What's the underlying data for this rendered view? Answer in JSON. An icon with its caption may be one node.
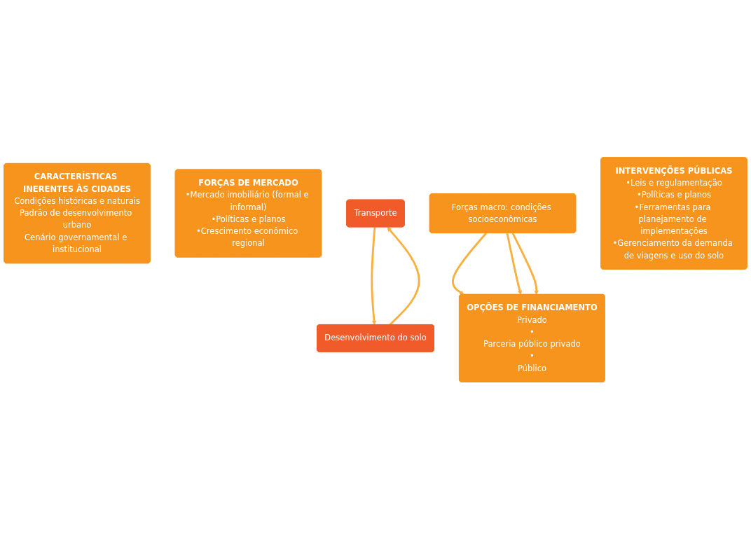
{
  "diagram": {
    "nodes": [
      {
        "text": [
          "CARACTERÍSTICAS INERENTES ÀS CIDADES",
          "Condições históricas e naturais",
          "Padrão de desenvolvimento urbano",
          "Cenário governamental e institucional"
        ]
      },
      {
        "text": [
          "FORÇAS DE MERCADO",
          "•Mercado imobiliário (formal e informal)",
          "•Políticas e planos",
          "•Crescimento econômico regional"
        ]
      },
      {
        "text": [
          "Transporte"
        ]
      },
      {
        "text": [
          "Desenvolvimento do solo"
        ]
      },
      {
        "text": [
          "INTERVENÇÕES PÚBLICAS",
          "•Leis e regulamentação",
          "•Políticas e planos",
          "•Ferramentas para planejamento de implementações",
          "•Gerenciamento da demanda de viagens e uso do solo"
        ]
      },
      {
        "text": [
          "OPÇÕES DE FINANCIAMENTO",
          "Privado",
          "•",
          "Parceria público privado",
          "•",
          "Público"
        ]
      },
      {
        "text": [
          "Forças macro: condições socioeconômicas"
        ]
      }
    ],
    "edges": [
      {
        "from": 3,
        "to": 2,
        "arrow": "to"
      },
      {
        "from": 2,
        "to": 3,
        "arrow": "to"
      },
      {
        "from": 6,
        "to": 5,
        "arrow": "to"
      },
      {
        "from": 6,
        "to": 5,
        "arrow": "to"
      },
      {
        "from": 6,
        "to": 5,
        "arrow": "to"
      }
    ]
  }
}
